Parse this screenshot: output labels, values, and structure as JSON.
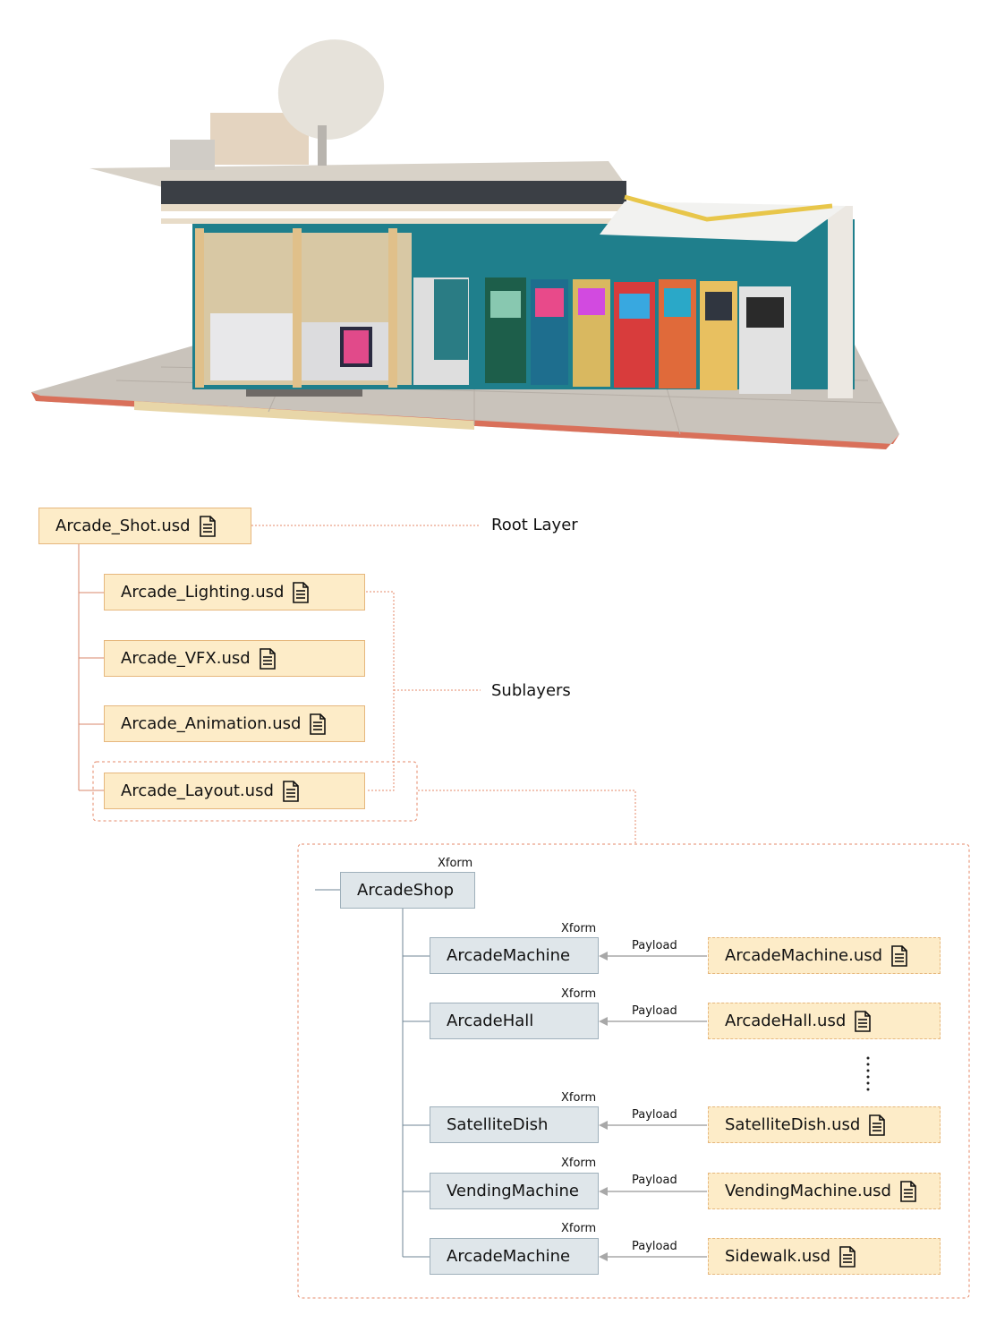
{
  "scene_image": {
    "description_icon": "arcade-shop-render"
  },
  "layers": {
    "root_file": "Arcade_Shot.usd",
    "root_label": "Root Layer",
    "sublayers_label": "Sublayers",
    "sublayers": [
      "Arcade_Lighting.usd",
      "Arcade_VFX.usd",
      "Arcade_Animation.usd",
      "Arcade_Layout.usd"
    ]
  },
  "hierarchy": {
    "root_prim": "ArcadeShop",
    "root_type": "Xform",
    "children": [
      {
        "prim": "ArcadeMachine",
        "type": "Xform",
        "arc": "Payload",
        "file": "ArcadeMachine.usd"
      },
      {
        "prim": "ArcadeHall",
        "type": "Xform",
        "arc": "Payload",
        "file": "ArcadeHall.usd"
      },
      {
        "prim": "SatelliteDish",
        "type": "Xform",
        "arc": "Payload",
        "file": "SatelliteDish.usd"
      },
      {
        "prim": "VendingMachine",
        "type": "Xform",
        "arc": "Payload",
        "file": "VendingMachine.usd"
      },
      {
        "prim": "ArcadeMachine",
        "type": "Xform",
        "arc": "Payload",
        "file": "Sidewalk.usd"
      }
    ]
  },
  "colors": {
    "file_fill": "#fdecc8",
    "file_border": "#e6b77d",
    "prim_fill": "#dfe6ea",
    "prim_border": "#9fb0bb",
    "connector_dotted": "#e58a6a",
    "tree_line": "#d9876b"
  }
}
